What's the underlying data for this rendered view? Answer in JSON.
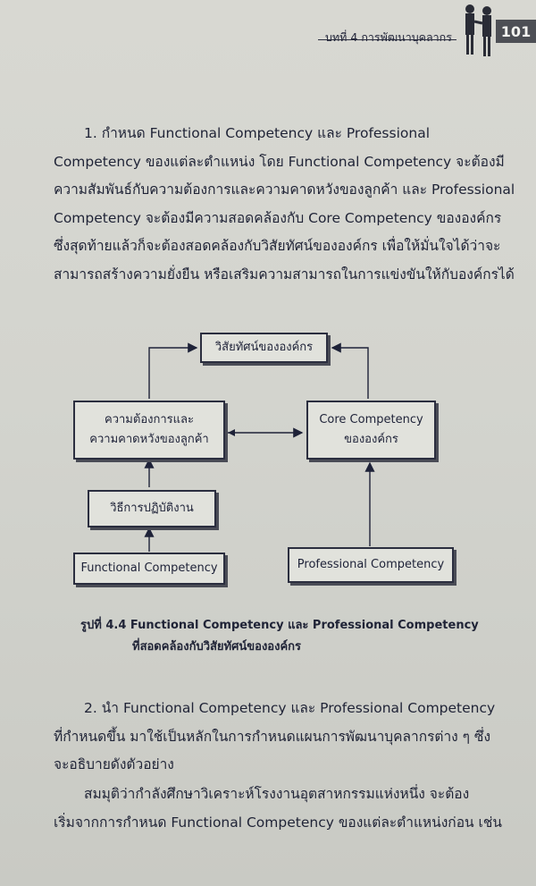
{
  "header": {
    "chapter_title": "บทที่ 4 การพัฒนาบุคลากร",
    "page_number": "101"
  },
  "paragraph1": {
    "lines": [
      "1.   กำหนด Functional Competency และ Professional",
      "Competency ของแต่ละตำแหน่ง โดย Functional Competency จะต้องมี",
      "ความสัมพันธ์กับความต้องการและความคาดหวังของลูกค้า และ Professional",
      "Competency จะต้องมีความสอดคล้องกับ Core Competency ขององค์กร",
      "ซึ่งสุดท้ายแล้วก็จะต้องสอดคล้องกับวิสัยทัศน์ขององค์กร  เพื่อให้มั่นใจได้ว่าจะ",
      "สามารถสร้างความยั่งยืน หรือเสริมความสามารถในการแข่งขันให้กับองค์กรได้"
    ]
  },
  "diagram": {
    "vision": "วิสัยทัศน์ขององค์กร",
    "customer_line1": "ความต้องการและ",
    "customer_line2": "ความคาดหวังของลูกค้า",
    "core_line1": "Core Competency",
    "core_line2": "ขององค์กร",
    "work_method": "วิธีการปฏิบัติงาน",
    "functional": "Functional Competency",
    "professional": "Professional Competency"
  },
  "caption": {
    "line1": "รูปที่ 4.4  Functional Competency และ Professional Competency",
    "line2": "ที่สอดคล้องกับวิสัยทัศน์ขององค์กร"
  },
  "paragraph2": {
    "lines": [
      "2.   นำ Functional Competency และ Professional Competency",
      "ที่กำหนดขึ้น  มาใช้เป็นหลักในการกำหนดแผนการพัฒนาบุคลากรต่าง ๆ  ซึ่ง",
      "จะอธิบายดังตัวอย่าง"
    ]
  },
  "paragraph3": {
    "lines": [
      "สมมุติว่ากำลังศึกษาวิเคราะห์โรงงานอุตสาหกรรมแห่งหนึ่ง  จะต้อง",
      "เริ่มจากการกำหนด Functional Competency ของแต่ละตำแหน่งก่อน เช่น"
    ]
  }
}
